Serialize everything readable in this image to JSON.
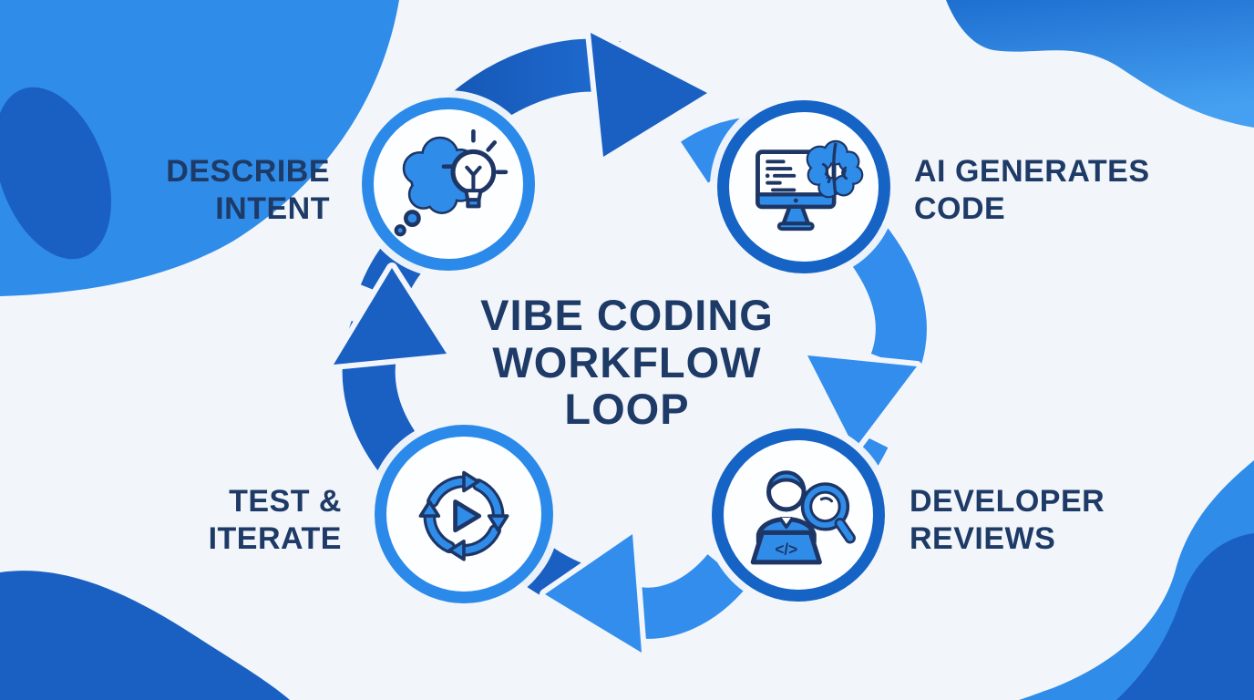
{
  "diagram": {
    "title_lines": [
      "VIBE CODING",
      "WORKFLOW",
      "LOOP"
    ],
    "flow_direction": "clockwise",
    "stages": [
      {
        "id": "describe-intent",
        "label": "DESCRIBE INTENT",
        "icon": "thought-bubble-lightbulb-icon",
        "position": "top-left"
      },
      {
        "id": "ai-generates-code",
        "label": "AI GENERATES CODE",
        "icon": "monitor-brain-icon",
        "position": "top-right"
      },
      {
        "id": "developer-reviews",
        "label": "DEVELOPER REVIEWS",
        "icon": "developer-magnifier-icon",
        "position": "bottom-right"
      },
      {
        "id": "test-iterate",
        "label": "TEST & ITERATE",
        "icon": "loop-play-icon",
        "position": "bottom-left"
      }
    ],
    "laptop_code_symbol": "</>",
    "colors": {
      "background": "#f2f6fb",
      "bright_blue": "#2b8ae9",
      "medium_blue": "#338ded",
      "dark_blue": "#1a5fc2",
      "ring_light": "#2b8ae9",
      "ring_dark": "#1663c6",
      "navy_text": "#1e3a66",
      "icon_outline": "#1d3666",
      "white": "#ffffff"
    }
  }
}
